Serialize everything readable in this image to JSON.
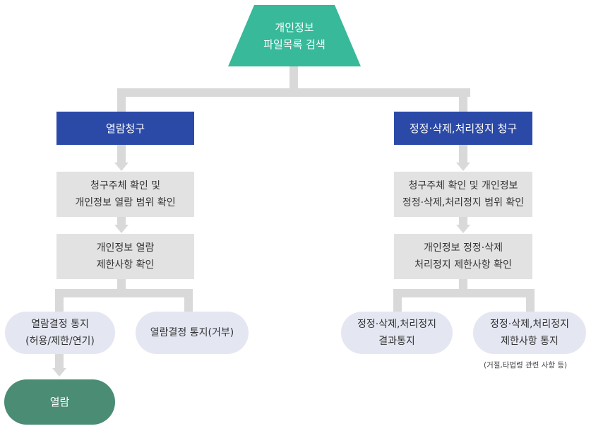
{
  "top": {
    "line1": "개인정보",
    "line2": "파일목록 검색"
  },
  "left": {
    "header": "열람청구",
    "step1": {
      "line1": "청구주체 확인 및",
      "line2": "개인정보 열람 범위 확인"
    },
    "step2": {
      "line1": "개인정보 열람",
      "line2": "제한사항 확인"
    },
    "result_a": {
      "line1": "열람결정 통지",
      "line2": "(허용/제한/연기)"
    },
    "result_b": {
      "line1": "열람결정 통지(거부)"
    },
    "final": "열람"
  },
  "right": {
    "header": "정정·삭제,처리정지 청구",
    "step1": {
      "line1": "청구주체 확인 및 개인정보",
      "line2": "정정·삭제,처리정지 범위 확인"
    },
    "step2": {
      "line1": "개인정보 정정·삭제",
      "line2": "처리정지 제한사항 확인"
    },
    "result_a": {
      "line1": "정정·삭제,처리정지",
      "line2": "결과통지"
    },
    "result_b": {
      "line1": "정정·삭제,처리정지",
      "line2": "제한사항 통지"
    },
    "note": "(거절,타법령 관련 사항 등)"
  },
  "colors": {
    "top": "#37b99a",
    "header": "#2b4aa8",
    "box": "#e2e2e2",
    "pill": "#e4e7f2",
    "final": "#4a8c74",
    "connector": "#d9d9d9"
  }
}
